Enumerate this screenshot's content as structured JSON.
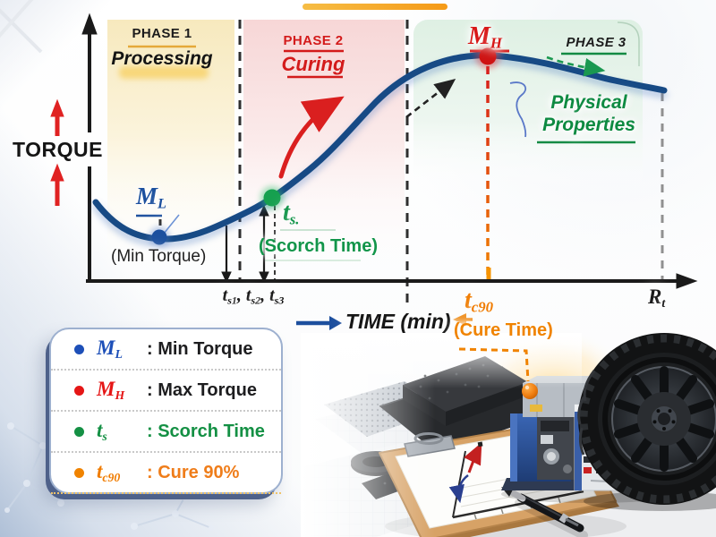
{
  "colors": {
    "curve_blue": "#174a85",
    "blue": "#1b4f9e",
    "red": "#d81717",
    "green": "#12954a",
    "orange": "#f08300",
    "accent_bar": "#f5a623"
  },
  "torque_axis": {
    "label": "TORQUE"
  },
  "time_axis": {
    "label": "TIME (min)",
    "end_label": {
      "base": "R",
      "sub": "t"
    }
  },
  "phases": [
    {
      "label": "PHASE 1",
      "sublabel": "Processing"
    },
    {
      "label": "PHASE 2",
      "sublabel": "Curing"
    },
    {
      "label": "PHASE 3",
      "sublabel": "Physical Properties"
    }
  ],
  "markers": {
    "min_torque": {
      "base": "M",
      "sub": "L",
      "caption": "(Min Torque)"
    },
    "max_torque": {
      "base": "M",
      "sub": "H"
    },
    "scorch": {
      "base": "t",
      "sub": "s.",
      "caption": "(Scorch Time)"
    },
    "cure": {
      "base": "t",
      "sub": "c90",
      "caption": "(Cure Time)"
    },
    "scorch_ticks": {
      "t1": {
        "base": "t",
        "sub": "s1"
      },
      "sep1": ", ",
      "t2": {
        "base": "t",
        "sub": "s2"
      },
      "sep2": ", ",
      "t3": {
        "base": "t",
        "sub": "s3"
      }
    }
  },
  "legend": {
    "items": [
      {
        "base": "M",
        "sub": "L",
        "desc": ": Min Torque"
      },
      {
        "base": "M",
        "sub": "H",
        "desc": ": Max Torque"
      },
      {
        "base": "t",
        "sub": "s",
        "desc": ": Scorch Time"
      },
      {
        "base": "t",
        "sub": "c90",
        "desc": ": Cure 90%"
      }
    ]
  }
}
